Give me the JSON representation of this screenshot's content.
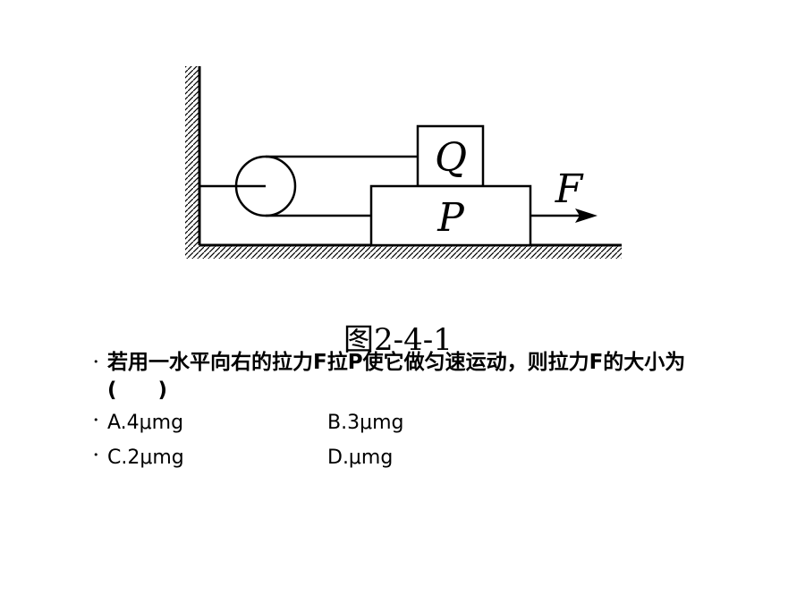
{
  "diagram": {
    "label_q": "Q",
    "label_p": "P",
    "label_f": "F"
  },
  "caption": "图2-4-1",
  "question": {
    "text": "若用一水平向右的拉力F拉P使它做匀速运动，则拉力F的大小为(　　)"
  },
  "options": {
    "a": "A.4μmg",
    "b": "B.3μmg",
    "c": "C.2μmg",
    "d": "D.μmg"
  }
}
